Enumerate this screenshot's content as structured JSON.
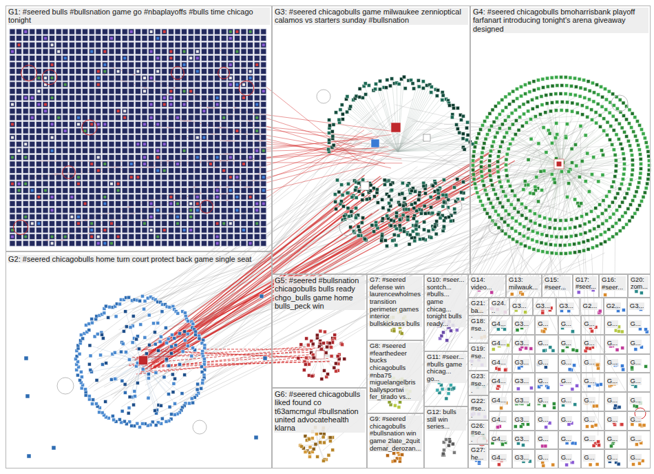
{
  "diagram": {
    "nodes": [
      {
        "text": [
          "G1: #seered bulls #bullsnation game go #nbaplayoffs #bulls time chicago tonight"
        ]
      },
      {
        "text": [
          "G2: #seered chicagobulls home turn court protect back game single seat"
        ]
      },
      {
        "text": [
          "G3: #seered chicagobulls game milwaukee zennioptical calamos vs starters sunday #bullsnation"
        ]
      },
      {
        "text": [
          "G4: #seered chicagobulls bmoharrisbank playoff farfanart introducing tonight's arena giveaway designed"
        ]
      },
      {
        "text": [
          "G5: #seered #bullsnation chicagobulls bulls ready chgo_bulls game home bulls_peck win"
        ]
      },
      {
        "text": [
          "G6: #seered chicagobulls liked found co t63amcmgul #bullsnation united advocatehealth klarna"
        ]
      },
      {
        "text": [
          "G7: #seered defense win laurencewholmes transition perimeter games interior bullskickass bulls"
        ]
      },
      {
        "text": [
          "G8: #seered #fearthedeer bucks chicagobulls #nba75 miguelangelbris ballysportwi fer_tirado vs..."
        ]
      },
      {
        "text": [
          "G9: #seered chicagobulls #bullsnation win game 2late_2quit demar_derozan..."
        ]
      },
      {
        "text": [
          "G10: #seer... sontch... #bulls... game chicag... tonight bulls ready..."
        ]
      },
      {
        "text": [
          "G11: #seer... #bulls game chicag... go..."
        ]
      },
      {
        "text": [
          "G12: bulls still win series..."
        ]
      },
      {
        "text": [
          "G14: video..."
        ]
      },
      {
        "text": [
          "G13: milwauk..."
        ]
      },
      {
        "text": [
          "G15: #seer..."
        ]
      },
      {
        "text": [
          "G17: #seer..."
        ]
      },
      {
        "text": [
          "G16: #seer..."
        ]
      },
      {
        "text": [
          "G20: zom..."
        ]
      },
      {
        "text": [
          "G21: ba..."
        ]
      },
      {
        "text": [
          "G24..."
        ]
      },
      {
        "text": [
          "G3..."
        ]
      },
      {
        "text": [
          "G3..."
        ]
      },
      {
        "text": [
          "G3..."
        ]
      },
      {
        "text": [
          "G2..."
        ]
      },
      {
        "text": [
          "G2..."
        ]
      },
      {
        "text": [
          "G3..."
        ]
      },
      {
        "text": [
          "G18: #se..."
        ]
      },
      {
        "text": [
          "G19: #se..."
        ]
      },
      {
        "text": [
          "G23: #se..."
        ]
      },
      {
        "text": [
          "G22: #se..."
        ]
      },
      {
        "text": [
          "G26: #se..."
        ]
      },
      {
        "text": [
          "G27: he..."
        ]
      },
      {
        "text": [
          "G4..."
        ]
      },
      {
        "text": [
          "G3..."
        ]
      },
      {
        "text": [
          "G..."
        ]
      },
      {
        "text": [
          "G..."
        ]
      },
      {
        "text": [
          "G..."
        ]
      },
      {
        "text": [
          "G..."
        ]
      },
      {
        "text": [
          "G..."
        ]
      },
      {
        "text": [
          "G4..."
        ]
      },
      {
        "text": [
          "G3..."
        ]
      },
      {
        "text": [
          "G..."
        ]
      },
      {
        "text": [
          "G..."
        ]
      },
      {
        "text": [
          "G..."
        ]
      },
      {
        "text": [
          "G..."
        ]
      },
      {
        "text": [
          "G..."
        ]
      },
      {
        "text": [
          "G4..."
        ]
      },
      {
        "text": [
          "G3..."
        ]
      },
      {
        "text": [
          "G..."
        ]
      },
      {
        "text": [
          "G..."
        ]
      },
      {
        "text": [
          "G..."
        ]
      },
      {
        "text": [
          "G..."
        ]
      },
      {
        "text": [
          "G..."
        ]
      },
      {
        "text": [
          "G4..."
        ]
      },
      {
        "text": [
          "G3..."
        ]
      },
      {
        "text": [
          "G..."
        ]
      },
      {
        "text": [
          "G..."
        ]
      },
      {
        "text": [
          "G..."
        ]
      },
      {
        "text": [
          "G..."
        ]
      },
      {
        "text": [
          "G..."
        ]
      },
      {
        "text": [
          "G4..."
        ]
      },
      {
        "text": [
          "G3..."
        ]
      },
      {
        "text": [
          "G..."
        ]
      },
      {
        "text": [
          "G..."
        ]
      },
      {
        "text": [
          "G..."
        ]
      },
      {
        "text": [
          "G..."
        ]
      },
      {
        "text": [
          "G..."
        ]
      },
      {
        "text": [
          "G4..."
        ]
      },
      {
        "text": [
          "G3..."
        ]
      },
      {
        "text": [
          "G..."
        ]
      },
      {
        "text": [
          "G..."
        ]
      },
      {
        "text": [
          "G..."
        ]
      },
      {
        "text": [
          "G..."
        ]
      },
      {
        "text": [
          "G..."
        ]
      },
      {
        "text": [
          "G4..."
        ]
      },
      {
        "text": [
          "G3..."
        ]
      },
      {
        "text": [
          "G..."
        ]
      },
      {
        "text": [
          "G..."
        ]
      },
      {
        "text": [
          "G..."
        ]
      },
      {
        "text": [
          "G..."
        ]
      },
      {
        "text": [
          "G..."
        ]
      },
      {
        "text": [
          "G4..."
        ]
      },
      {
        "text": [
          "G3..."
        ]
      },
      {
        "text": [
          "G..."
        ]
      },
      {
        "text": [
          "G..."
        ]
      },
      {
        "text": [
          "G..."
        ]
      },
      {
        "text": [
          "G..."
        ]
      },
      {
        "text": [
          "G..."
        ]
      }
    ]
  }
}
